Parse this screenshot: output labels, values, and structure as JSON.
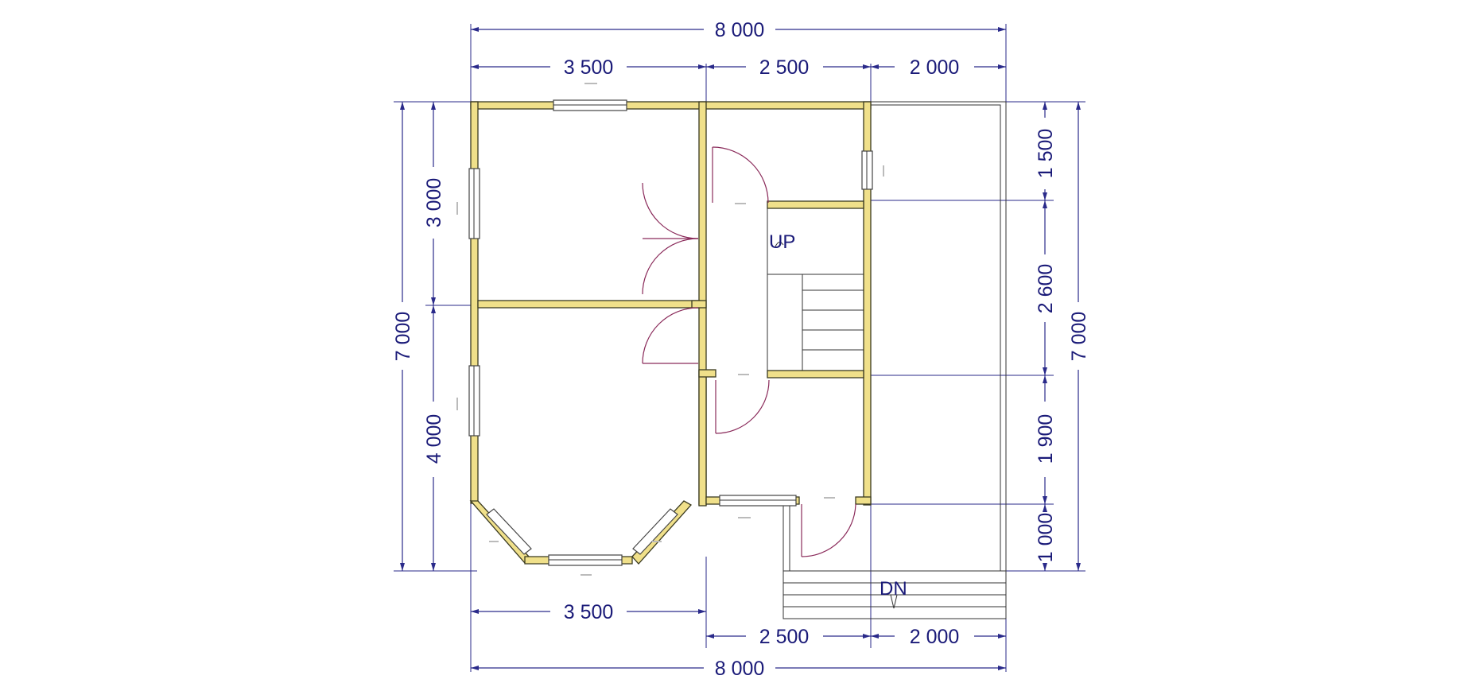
{
  "dimensions": {
    "top_total": "8 000",
    "top_seg1": "3 500",
    "top_seg2": "2 500",
    "top_seg3": "2 000",
    "bottom_seg1": "3 500",
    "bottom_seg2": "2 500",
    "bottom_seg3": "2 000",
    "bottom_total": "8 000",
    "left_total": "7 000",
    "left_seg1": "3 000",
    "left_seg2": "4 000",
    "right_seg1": "1 500",
    "right_seg2": "2 600",
    "right_seg3": "1 900",
    "right_seg4": "1 000",
    "right_total": "7 000"
  },
  "stairs": {
    "up_label": "UP",
    "down_label": "DN"
  },
  "colors": {
    "wall_fill": "#f0e08a",
    "dimension_ink": "#1a1a78",
    "door_swing": "#8a2a5a"
  }
}
